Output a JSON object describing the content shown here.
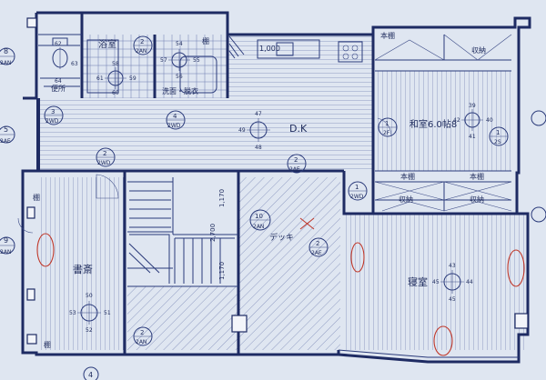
{
  "plan": {
    "grid_markers": [
      {
        "id": "grid-8",
        "number": "8",
        "axis": "2AN"
      },
      {
        "id": "grid-5",
        "number": "5",
        "axis": "2AE"
      },
      {
        "id": "grid-9",
        "number": "9",
        "axis": "2AN"
      },
      {
        "id": "grid-4",
        "number": "4",
        "axis": ""
      }
    ],
    "rooms": {
      "bath": "浴室",
      "wash": "洗面・脱衣",
      "toilet": "便所",
      "dk": "D.K",
      "washitsu": "和室6.0帖8",
      "study": "書斎",
      "bedroom": "寝室",
      "deck": "デッキ"
    },
    "storage_labels": {
      "top_left": "棚",
      "top_shelf": "本棚",
      "top_closet": "収納",
      "mid_shelf_1": "本棚",
      "mid_shelf_2": "本棚",
      "closet_1": "収納",
      "closet_2": "収納",
      "study_shelf": "棚",
      "study_bottom": "棚"
    },
    "counter_label": "1,000",
    "tags": {
      "t2AN_a": {
        "num": "2",
        "code": "2AN"
      },
      "t4_2WD": {
        "num": "4",
        "code": "2WD"
      },
      "t3_2WD": {
        "num": "3",
        "code": "2WD"
      },
      "t2_2WD": {
        "num": "2",
        "code": "2WD"
      },
      "t2_2AE": {
        "num": "2",
        "code": "2AE"
      },
      "t10_2AN": {
        "num": "10",
        "code": "2AN"
      },
      "t2_2AE_b": {
        "num": "2",
        "code": "2AE"
      },
      "t1_2WD": {
        "num": "1",
        "code": "2WD"
      },
      "t2_2AN_b": {
        "num": "2",
        "code": "2AN"
      },
      "t1_2F": {
        "num": "1",
        "code": "2F"
      },
      "t1_2S": {
        "num": "1",
        "code": "2S"
      }
    },
    "dims": {
      "d1170a": "1,170",
      "d2700": "2,700",
      "d1170b": "1,170"
    },
    "fixtures": {
      "wc": {
        "nums": [
          "62",
          "63",
          "64"
        ]
      },
      "bath": {
        "nums": [
          "58",
          "61",
          "60",
          "59"
        ]
      },
      "wash": {
        "nums": [
          "54",
          "57",
          "55",
          "56"
        ]
      },
      "dk": {
        "nums": [
          "47",
          "49",
          "48"
        ]
      },
      "washitsu": {
        "nums": [
          "39",
          "42",
          "40",
          "41"
        ]
      },
      "study": {
        "nums": [
          "50",
          "53",
          "51",
          "52"
        ]
      },
      "bedroom": {
        "nums": [
          "43",
          "45",
          "44",
          "45"
        ]
      }
    }
  }
}
